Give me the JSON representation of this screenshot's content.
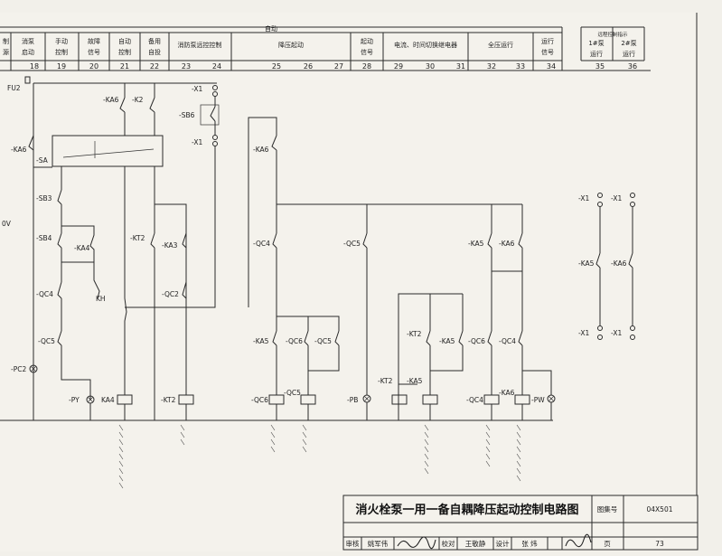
{
  "header": {
    "group_label": "自动",
    "select_group_label": "远程控制指示",
    "columns": [
      {
        "id": "c17",
        "top": "制",
        "bottom": "源",
        "num": ""
      },
      {
        "id": "c18",
        "top": "消泵",
        "bottom": "启动",
        "num": "18"
      },
      {
        "id": "c19",
        "top": "手动",
        "bottom": "控制",
        "num": "19"
      },
      {
        "id": "c20",
        "top": "故障",
        "bottom": "信号",
        "num": "20"
      },
      {
        "id": "c21",
        "top": "自动",
        "bottom": "控制",
        "num": "21"
      },
      {
        "id": "c22",
        "top": "备用",
        "bottom": "自投",
        "num": "22"
      },
      {
        "id": "c23",
        "top": "消防",
        "bottom": "远控",
        "num": "23",
        "span": "消防泵远控控制"
      },
      {
        "id": "c25",
        "top": "",
        "bottom": "",
        "num": "25",
        "span": "降压起动"
      },
      {
        "id": "c28",
        "top": "起动",
        "bottom": "信号",
        "num": "28"
      },
      {
        "id": "c29",
        "top": "",
        "bottom": "",
        "num": "29",
        "span": "电流、时间切换继电器"
      },
      {
        "id": "c32",
        "top": "",
        "bottom": "",
        "num": "32",
        "span": "全压运行"
      },
      {
        "id": "c34",
        "top": "运行",
        "bottom": "信号",
        "num": "34"
      },
      {
        "id": "c35",
        "top": "1#泵",
        "bottom": "运行",
        "num": "35"
      },
      {
        "id": "c36",
        "top": "2#泵",
        "bottom": "运行",
        "num": "36"
      }
    ],
    "extra_nums": [
      "24",
      "26",
      "27",
      "30",
      "31",
      "33"
    ]
  },
  "labels": {
    "fu2": "FU2",
    "ka6_left": "-KA6",
    "sa": "-SA",
    "sb3": "-SB3",
    "sb4": "-SB4",
    "ka4_a": "-KA4",
    "qc4_a": "-QC4",
    "kh": "KH",
    "qc5_a": "-QC5",
    "pc2": "-PC2",
    "py": "-PY",
    "ka4_coil": "KA4",
    "ka6_a": "-KA6",
    "k2": "-K2",
    "kt2_a": "-KT2",
    "ka3": "-KA3",
    "qc2": "-QC2",
    "kt2_coil": "-KT2",
    "x1_a": "-X1",
    "sb6": "-SB6",
    "x1_b": "-X1",
    "ka6_b": "-KA6",
    "qc4_b": "-QC4",
    "ka5_a": "-KA5",
    "qc6_a": "-QC6",
    "qc5_b": "-QC5",
    "qc6_coil": "-QC6",
    "qc5_coil": "-QC5",
    "qc5_c": "-QC5",
    "pb": "-PB",
    "kt2_b": "-KT2",
    "ka5_b": "-KA5",
    "ka5_c": "-KA5",
    "ka6_c": "-KA6",
    "qc6_b": "-QC6",
    "qc4_c": "-QC4",
    "qc4_coil": "-QC4",
    "ka6_coil": "-KA6",
    "pw": "-PW",
    "x1_r1": "-X1",
    "x1_r2": "-X1",
    "ka5_r": "-KA5",
    "ka6_r": "-KA6",
    "x1_r3": "-X1",
    "x1_r4": "-X1",
    "voltage": "0V"
  },
  "title_block": {
    "title": "消火栓泵一用一备自耦降压起动控制电路图",
    "atlas_label": "图集号",
    "atlas_no": "04X501",
    "review_label": "审核",
    "review_name": "姚军伟",
    "check_label": "校对",
    "check_name": "王敬静",
    "design_label": "设计",
    "design_name": "张 炜",
    "page_label": "页",
    "page_no": "73"
  }
}
